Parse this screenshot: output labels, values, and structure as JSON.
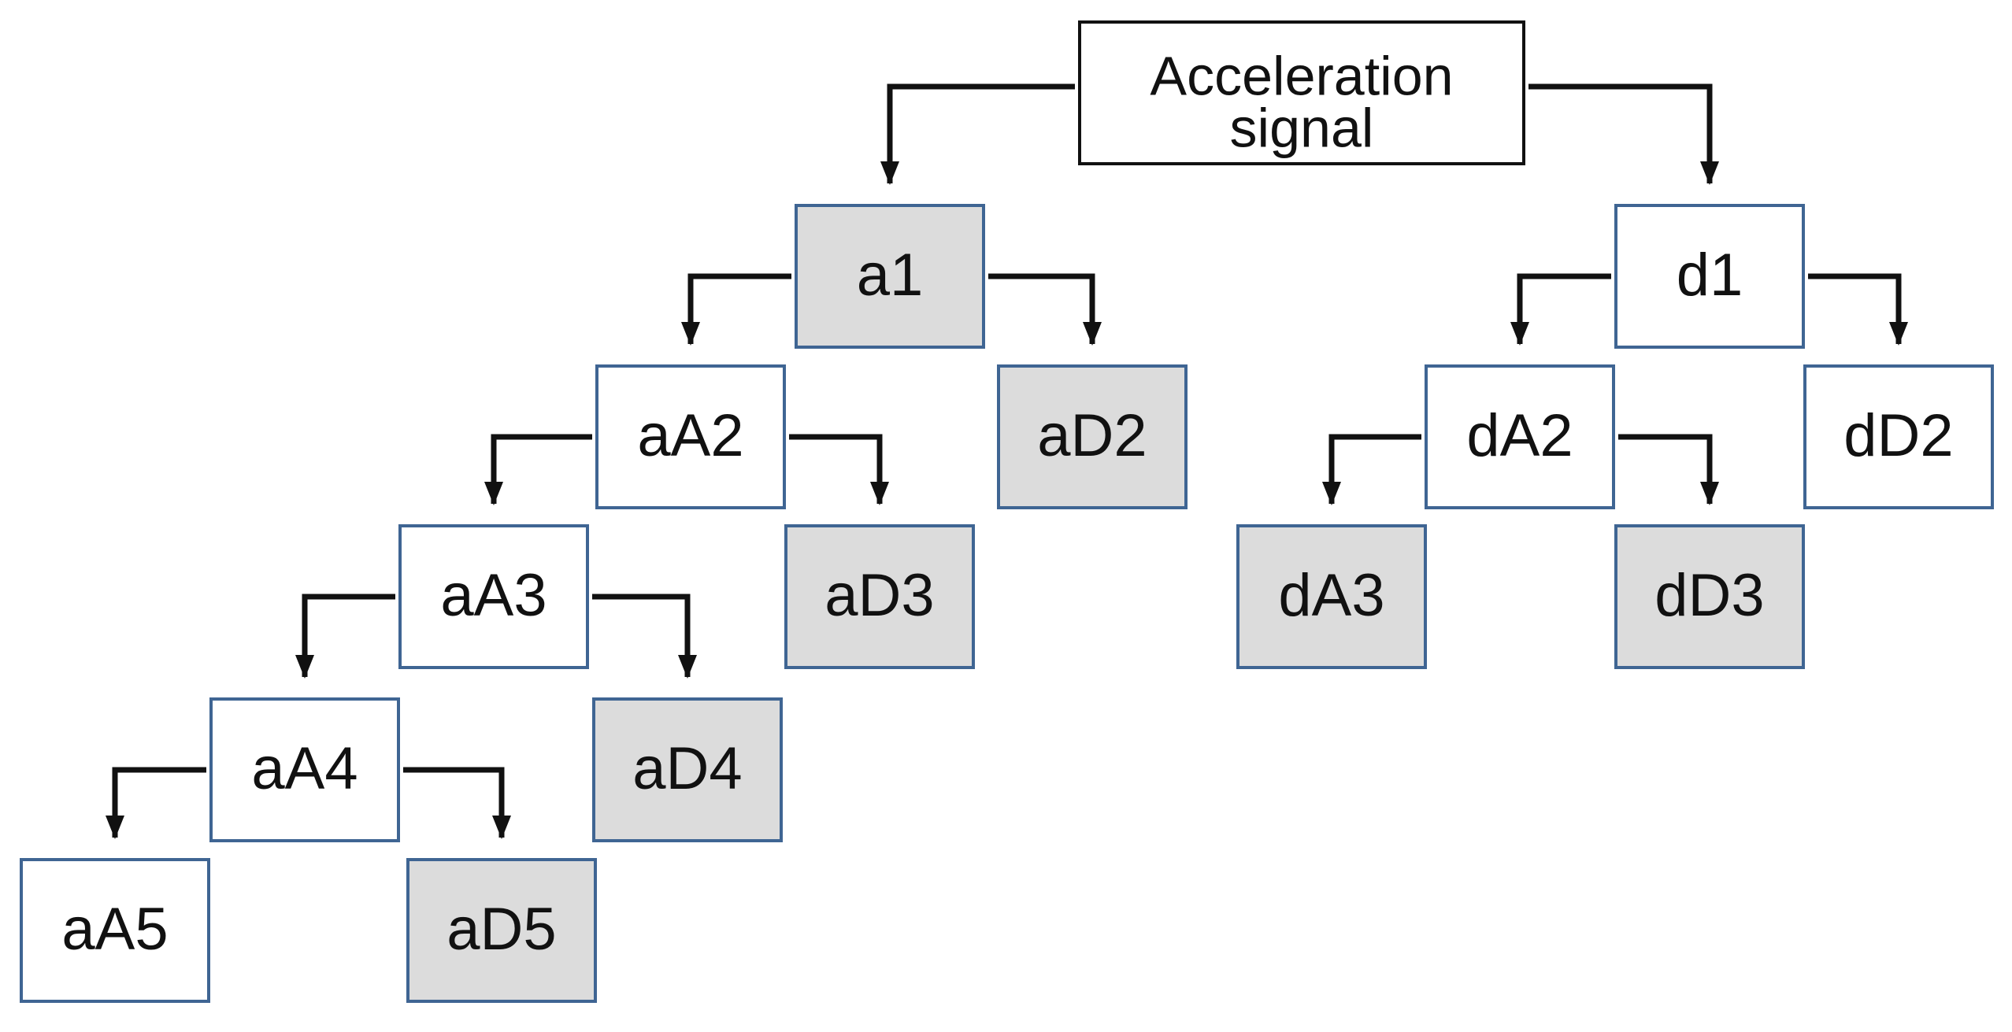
{
  "diagram": {
    "root": {
      "line1": "Acceleration",
      "line2": "signal"
    },
    "colors": {
      "shaded_fill": "#dcdcdc",
      "plain_fill": "#ffffff",
      "node_border": "#3f6593",
      "root_border": "#111111",
      "edge": "#111111"
    },
    "nodes": {
      "a1": {
        "label": "a1",
        "shaded": true
      },
      "d1": {
        "label": "d1",
        "shaded": false
      },
      "aA2": {
        "label": "aA2",
        "shaded": false
      },
      "aD2": {
        "label": "aD2",
        "shaded": true
      },
      "dA2": {
        "label": "dA2",
        "shaded": false
      },
      "dD2": {
        "label": "dD2",
        "shaded": false
      },
      "aA3": {
        "label": "aA3",
        "shaded": false
      },
      "aD3": {
        "label": "aD3",
        "shaded": true
      },
      "dA3": {
        "label": "dA3",
        "shaded": true
      },
      "dD3": {
        "label": "dD3",
        "shaded": true
      },
      "aA4": {
        "label": "aA4",
        "shaded": false
      },
      "aD4": {
        "label": "aD4",
        "shaded": true
      },
      "aA5": {
        "label": "aA5",
        "shaded": false
      },
      "aD5": {
        "label": "aD5",
        "shaded": true
      }
    },
    "edges": [
      {
        "from": "root",
        "to": "a1"
      },
      {
        "from": "root",
        "to": "d1"
      },
      {
        "from": "a1",
        "to": "aA2"
      },
      {
        "from": "a1",
        "to": "aD2"
      },
      {
        "from": "d1",
        "to": "dA2"
      },
      {
        "from": "d1",
        "to": "dD2"
      },
      {
        "from": "aA2",
        "to": "aA3"
      },
      {
        "from": "aA2",
        "to": "aD3"
      },
      {
        "from": "dA2",
        "to": "dA3"
      },
      {
        "from": "dA2",
        "to": "dD3"
      },
      {
        "from": "aA3",
        "to": "aA4"
      },
      {
        "from": "aA3",
        "to": "aD4"
      },
      {
        "from": "aA4",
        "to": "aA5"
      },
      {
        "from": "aA4",
        "to": "aD5"
      }
    ]
  }
}
